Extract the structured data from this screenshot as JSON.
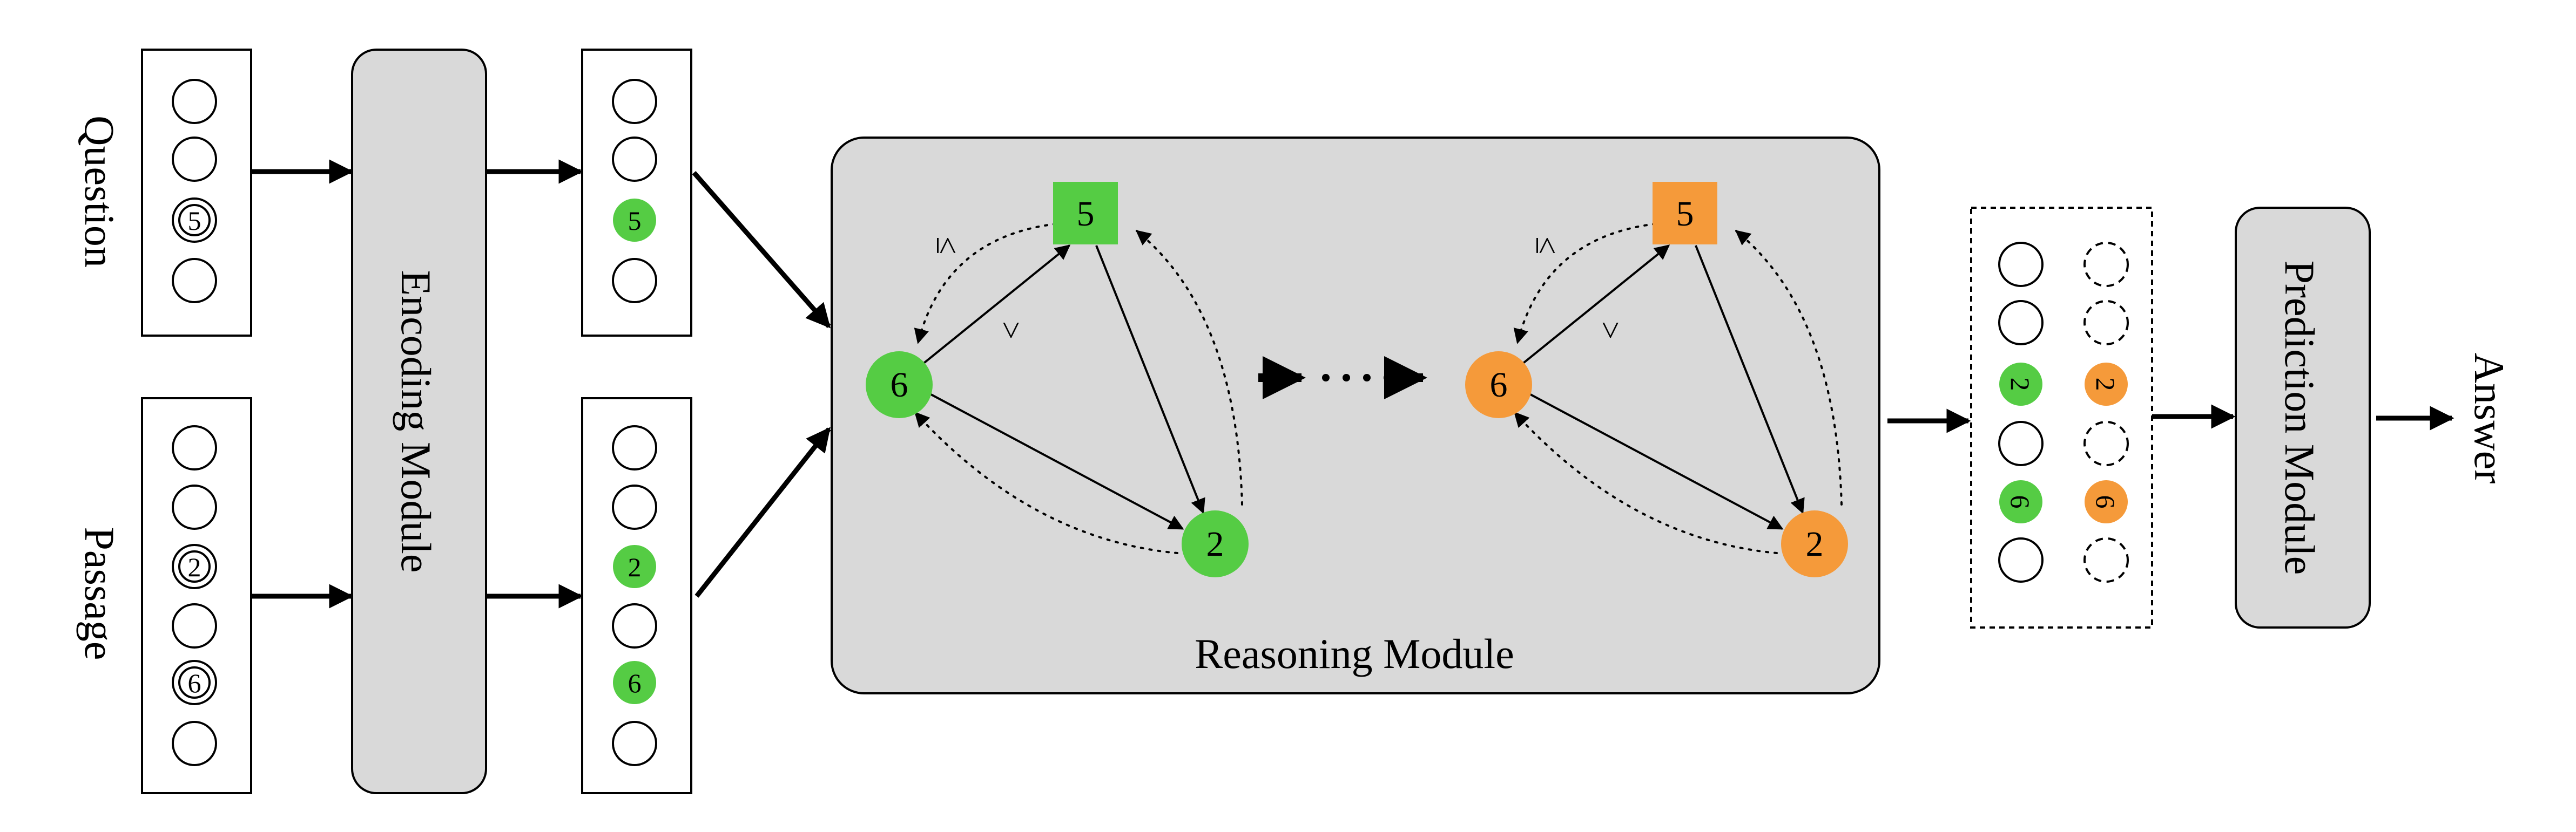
{
  "labels": {
    "question": "Question",
    "passage": "Passage",
    "encoding_module": "Encoding Module",
    "reasoning_module": "Reasoning Module",
    "prediction_module": "Prediction Module",
    "answer": "Answer"
  },
  "tokens": {
    "question_number": "5",
    "passage_numbers": [
      "2",
      "6"
    ]
  },
  "graph": {
    "node_square": "5",
    "node_left": "6",
    "node_right": "2",
    "edge_gt": ">",
    "edge_le": "≤"
  },
  "colors": {
    "green": "#55cc44",
    "orange": "#f59a3a",
    "module_fill": "#d9d9d9",
    "stroke": "#000000"
  }
}
